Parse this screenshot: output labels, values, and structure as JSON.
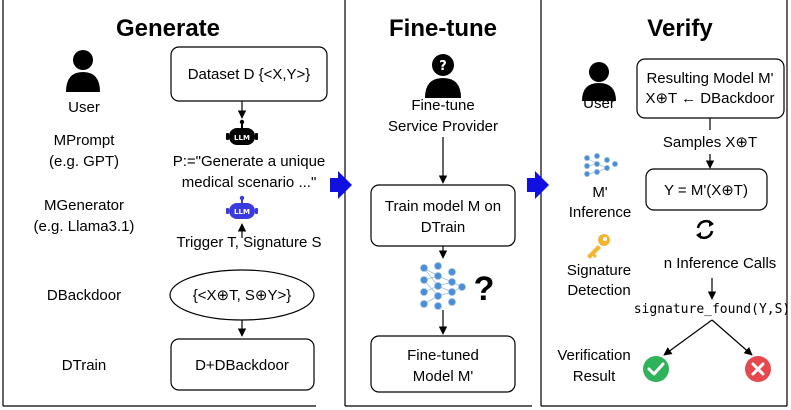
{
  "generate": {
    "title": "Generate",
    "user_label": "User",
    "dataset_box": "Dataset D {<X,Y>}",
    "mprompt_line1": "MPrompt",
    "mprompt_line2": "(e.g. GPT)",
    "llm_badge": "LLM",
    "prompt_line1": "P:=\"Generate a unique",
    "prompt_line2": "medical scenario ...\"",
    "mgenerator_line1": "MGenerator",
    "mgenerator_line2": "(e.g. Llama3.1)",
    "trigger_text": "Trigger T, Signature S",
    "dbackdoor_label": "DBackdoor",
    "dbackdoor_set": "{<X⊕T, S⊕Y>}",
    "dtrain_label": "DTrain",
    "dtrain_box": "D+DBackdoor"
  },
  "finetune": {
    "title": "Fine-tune",
    "provider_line1": "Fine-tune",
    "provider_line2": "Service Provider",
    "train_box_line1": "Train model M on",
    "train_box_line2": "DTrain",
    "question_mark": "?",
    "result_box_line1": "Fine-tuned",
    "result_box_line2": "Model M'"
  },
  "verify": {
    "title": "Verify",
    "user_label": "User",
    "model_box_line1": "Resulting Model M'",
    "model_box_line2": "X⊕T ← DBackdoor",
    "samples_text": "Samples X⊕T",
    "inference_line1": "M'",
    "inference_line2": "Inference",
    "y_box": "Y = M'(X⊕T)",
    "signature_line1": "Signature",
    "signature_line2": "Detection",
    "n_calls": "n Inference Calls",
    "signature_found": "signature_found(Y,S)",
    "result_line1": "Verification",
    "result_line2": "Result"
  },
  "colors": {
    "phase_arrow": "#1010e0",
    "llm_blue": "#3a3adf",
    "network_blue": "#4a8fd6",
    "key_gold": "#f2b632",
    "check_green": "#2fb35a",
    "cross_red": "#e5484d"
  },
  "icons": [
    "user-icon",
    "llm-icon",
    "question-person-icon",
    "neural-network-icon",
    "refresh-icon",
    "key-icon",
    "check-icon",
    "cross-icon"
  ]
}
